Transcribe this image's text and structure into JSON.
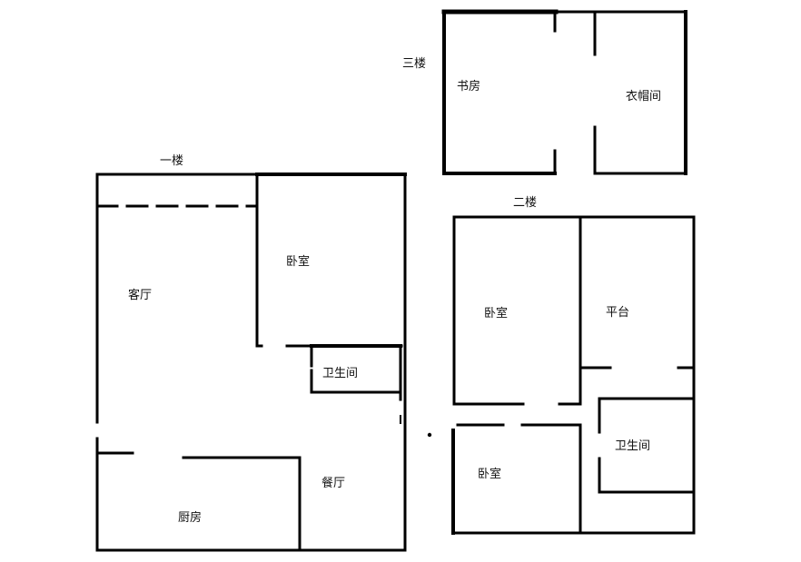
{
  "floors": {
    "third": {
      "label": "三楼",
      "rooms": [
        {
          "name": "书房"
        },
        {
          "name": "衣帽间"
        }
      ]
    },
    "first": {
      "label": "一楼",
      "rooms": [
        {
          "name": "客厅"
        },
        {
          "name": "卧室"
        },
        {
          "name": "卫生间"
        },
        {
          "name": "餐厅"
        },
        {
          "name": "厨房"
        }
      ]
    },
    "second": {
      "label": "二楼",
      "rooms": [
        {
          "name": "卧室"
        },
        {
          "name": "平台"
        },
        {
          "name": "卫生间"
        },
        {
          "name": "卧室"
        }
      ]
    }
  },
  "colors": {
    "wall": "#000000",
    "background": "#ffffff"
  }
}
